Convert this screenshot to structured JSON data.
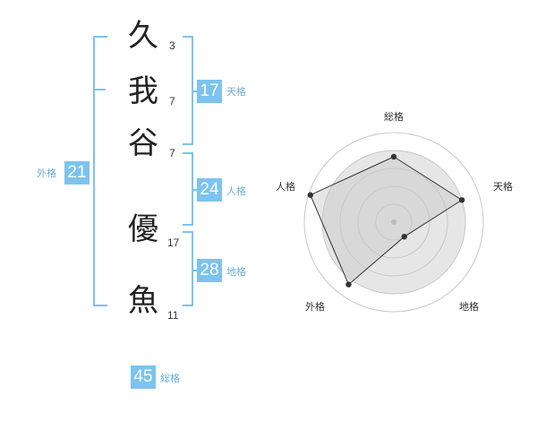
{
  "name_chars": [
    {
      "char": "久",
      "strokes": "3"
    },
    {
      "char": "我",
      "strokes": "7"
    },
    {
      "char": "谷",
      "strokes": "7"
    },
    {
      "char": "優",
      "strokes": "17"
    },
    {
      "char": "魚",
      "strokes": "11"
    }
  ],
  "scores": {
    "tenkaku": {
      "value": "17",
      "label": "天格"
    },
    "jinkaku": {
      "value": "24",
      "label": "人格"
    },
    "chikaku": {
      "value": "28",
      "label": "地格"
    },
    "gaikaku": {
      "value": "21",
      "label": "外格"
    },
    "soukaku": {
      "value": "45",
      "label": "総格"
    }
  },
  "radar": {
    "labels": {
      "soukaku": "総格",
      "tenkaku": "天格",
      "chikaku": "地格",
      "gaikaku": "外格",
      "jinkaku": "人格"
    },
    "levels": 5,
    "values_fraction": {
      "soukaku": 0.73,
      "tenkaku": 0.8,
      "chikaku": 0.2,
      "gaikaku": 0.86,
      "jinkaku": 0.98
    },
    "colors": {
      "grid": "#c8c8c8",
      "inner_fill": "#e6e6e6",
      "polygon_fill": "rgba(200,200,200,0.45)",
      "polygon_stroke": "#333333",
      "point": "#333333",
      "center_dot": "#bbbbbb"
    }
  },
  "accent_color": "#7cc3ef"
}
